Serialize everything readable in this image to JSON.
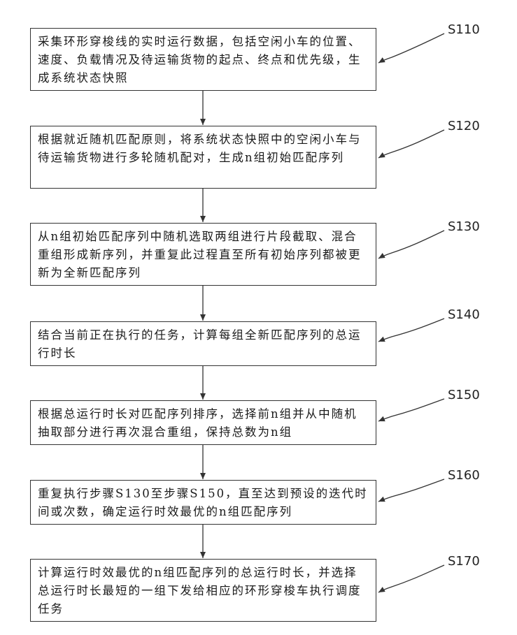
{
  "steps": [
    {
      "id": "S110",
      "text": "采集环形穿梭线的实时运行数据，包括空闲小车的位置、速度、负载情况及待运输货物的起点、终点和优先级，生成系统状态快照"
    },
    {
      "id": "S120",
      "text": "根据就近随机匹配原则，将系统状态快照中的空闲小车与待运输货物进行多轮随机配对，生成n组初始匹配序列"
    },
    {
      "id": "S130",
      "text": "从n组初始匹配序列中随机选取两组进行片段截取、混合重组形成新序列，并重复此过程直至所有初始序列都被更新为全新匹配序列"
    },
    {
      "id": "S140",
      "text": "结合当前正在执行的任务，计算每组全新匹配序列的总运行时长"
    },
    {
      "id": "S150",
      "text": "根据总运行时长对匹配序列排序，选择前n组并从中随机抽取部分进行再次混合重组，保持总数为n组"
    },
    {
      "id": "S160",
      "text": "重复执行步骤S130至步骤S150，直至达到预设的迭代时间或次数，确定运行时效最优的n组匹配序列"
    },
    {
      "id": "S170",
      "text": "计算运行时效最优的n组匹配序列的总运行时长，并选择总运行时长最短的一组下发给相应的环形穿梭车执行调度任务"
    }
  ]
}
